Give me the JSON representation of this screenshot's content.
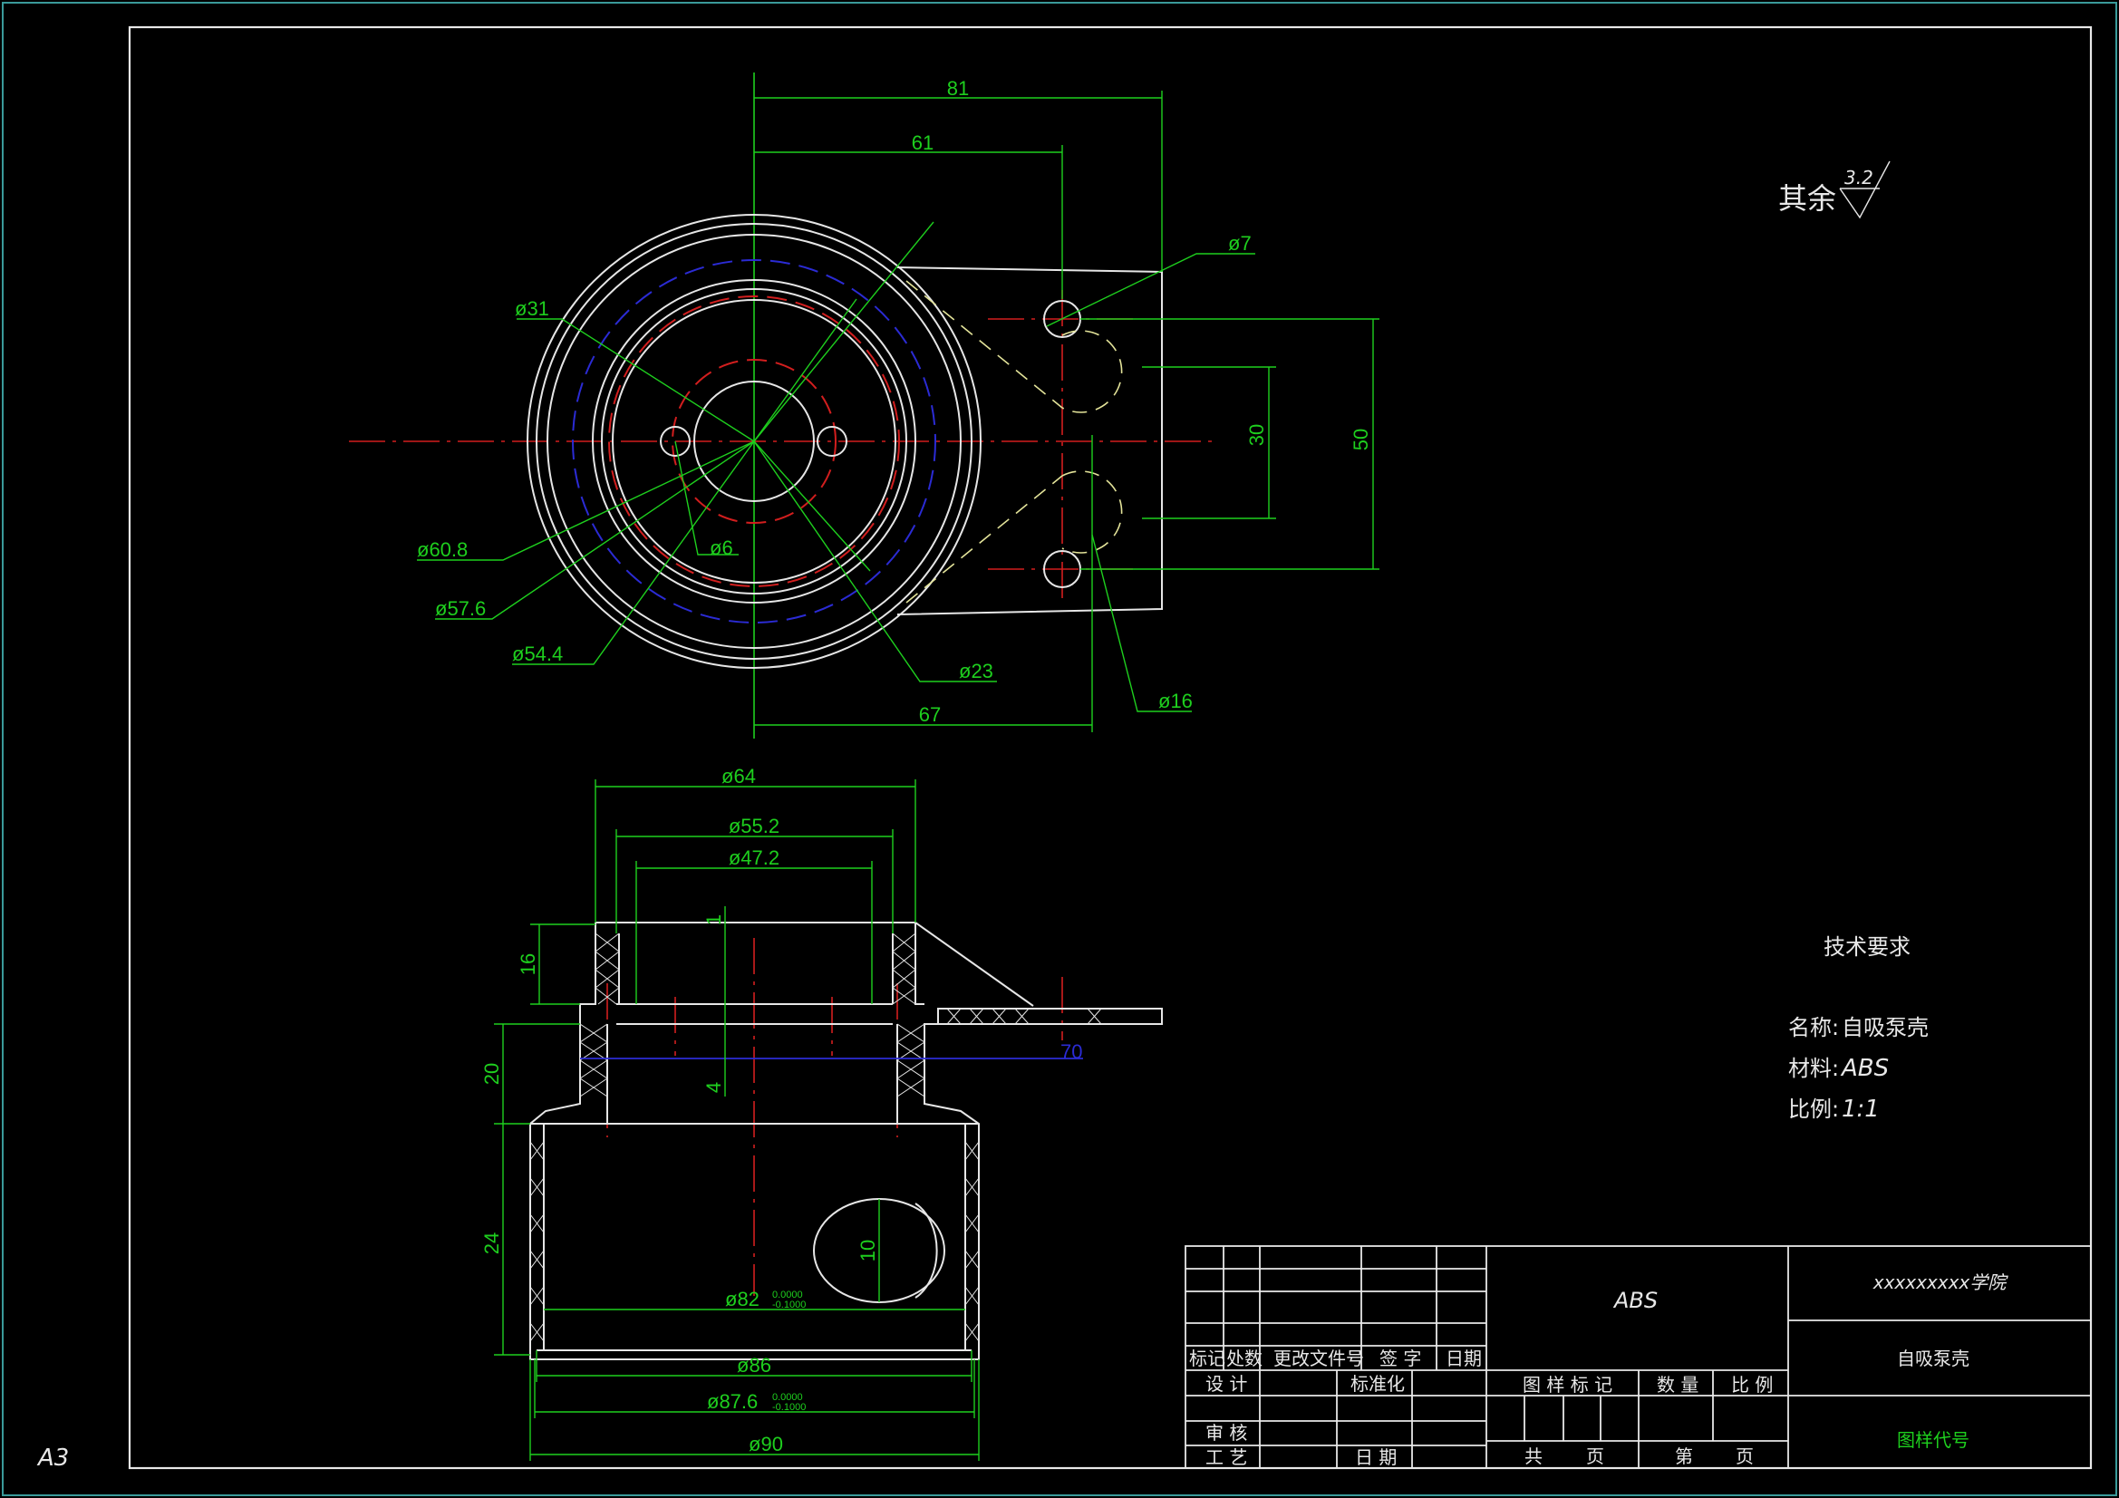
{
  "sheet": {
    "size_label": "A3"
  },
  "surface_finish": {
    "label": "其余",
    "value": "3.2"
  },
  "top_view": {
    "dims": {
      "d81": "81",
      "d61": "61",
      "d67": "67",
      "d30": "30",
      "d50": "50",
      "phi7": "ø7",
      "phi31": "ø31",
      "phi6": "ø6",
      "phi60_8": "ø60.8",
      "phi57_6": "ø57.6",
      "phi54_4": "ø54.4",
      "phi23": "ø23",
      "phi16": "ø16"
    }
  },
  "section_view": {
    "dims": {
      "phi64": "ø64",
      "phi55_2": "ø55.2",
      "phi47_2": "ø47.2",
      "d1": "1",
      "d16": "16",
      "d4": "4",
      "d20": "20",
      "d24": "24",
      "d10": "10",
      "d70": "70",
      "phi82": "ø82",
      "phi82_tol_up": "0.0000",
      "phi82_tol_dn": "-0.1000",
      "phi86": "ø86",
      "phi87_6": "ø87.6",
      "phi87_6_tol_up": "0.0000",
      "phi87_6_tol_dn": "-0.1000",
      "phi90": "ø90"
    }
  },
  "notes": {
    "title": "技术要求",
    "name_label": "名称:",
    "name_value": "自吸泵壳",
    "material_label": "材料:",
    "material_value": "ABS",
    "scale_label": "比例:",
    "scale_value": "1:1"
  },
  "title_block": {
    "rev_headers": [
      "标记",
      "处数",
      "更改文件号",
      "签 字",
      "日期"
    ],
    "design": "设 计",
    "standard": "标准化",
    "review": "审 核",
    "process": "工 艺",
    "date": "日 期",
    "material": "ABS",
    "drawing_mark": "图 样 标 记",
    "quantity": "数 量",
    "scale": "比 例",
    "total": "共",
    "page": "页",
    "sheet_no": "第",
    "page2": "页",
    "school": "xxxxxxxxx学院",
    "part_name": "自吸泵壳",
    "drawing_code": "图样代号"
  }
}
